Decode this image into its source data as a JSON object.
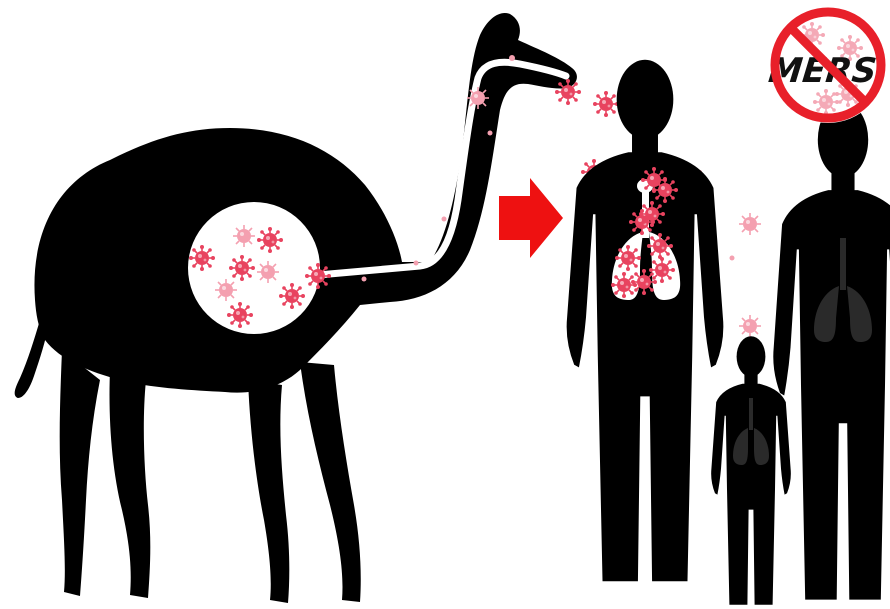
{
  "badge": {
    "text": "MERS",
    "text_color": "#111111",
    "ring_color": "#e8202a"
  },
  "colors": {
    "silhouette": "#000000",
    "background": "#ffffff",
    "virus": "#e8435f",
    "virus_light": "#f7b3c0",
    "arrow": "#ee1111",
    "lungs_infected": "#ffffff",
    "lungs_healthy": "#2a2a2a"
  },
  "icons": {
    "source": "camel-silhouette",
    "transmission": "arrow-right-icon",
    "infected": "adult-human-silhouette",
    "contacts": [
      "child-human-silhouette",
      "adult-human-silhouette"
    ],
    "pathogen": "coronavirus-icon"
  }
}
